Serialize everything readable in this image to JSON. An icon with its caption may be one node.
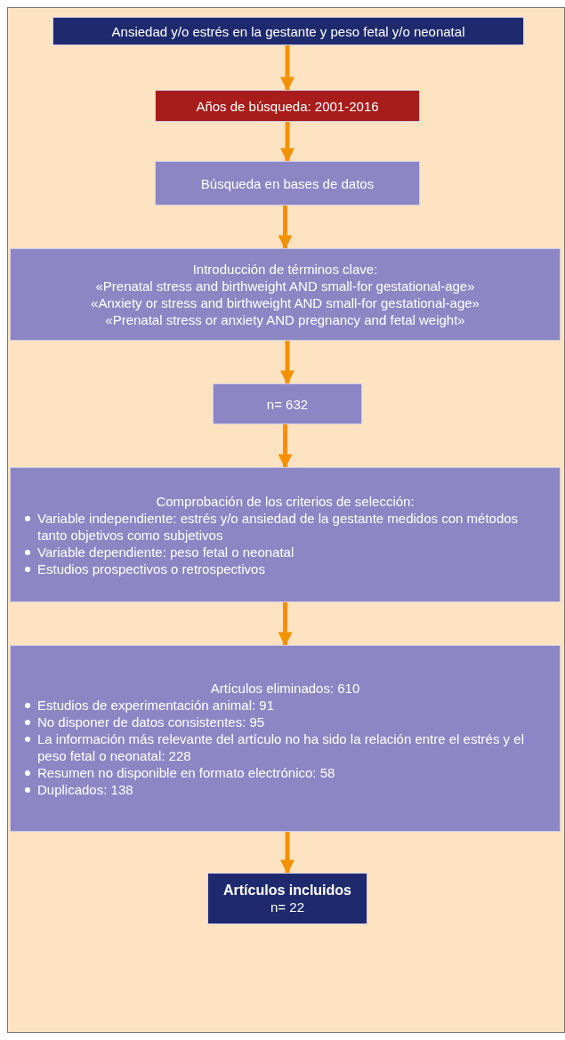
{
  "diagram": {
    "nodes": [
      {
        "text": [
          "Ansiedad y/o estrés en la gestante y peso fetal y/o neonatal"
        ]
      },
      {
        "text": [
          "Años de búsqueda: 2001-2016"
        ]
      },
      {
        "text": [
          "Búsqueda en bases de datos"
        ]
      },
      {
        "text": [
          "Introducción de términos clave:",
          "«Prenatal stress and birthweight AND small-for gestational-age»",
          "«Anxiety or stress and birthweight AND small-for gestational-age»",
          "«Prenatal stress or anxiety AND pregnancy and fetal weight»"
        ]
      },
      {
        "text": [
          "n= 632"
        ]
      },
      {
        "text": [
          "Comprobación de los criterios de selección:",
          "Variable independiente: estrés y/o ansiedad de la gestante medidos con métodos tanto objetivos como subjetivos",
          "Variable dependiente: peso fetal o neonatal",
          "Estudios prospectivos o retrospectivos"
        ]
      },
      {
        "text": [
          "Artículos eliminados: 610",
          "Estudios de experimentación animal: 91",
          "No disponer de datos consistentes: 95",
          "La información más relevante del artículo no ha sido la relación entre el estrés y el peso fetal o neonatal: 228",
          "Resumen no disponible en formato electrónico: 58",
          "Duplicados: 138"
        ]
      },
      {
        "text": [
          "Artículos incluidos",
          "n= 22"
        ]
      }
    ],
    "edges": [
      {
        "from": 0,
        "to": 1,
        "arrow": "to"
      },
      {
        "from": 1,
        "to": 2,
        "arrow": "to"
      },
      {
        "from": 2,
        "to": 3,
        "arrow": "to"
      },
      {
        "from": 3,
        "to": 4,
        "arrow": "to"
      },
      {
        "from": 4,
        "to": 5,
        "arrow": "to"
      },
      {
        "from": 5,
        "to": 6,
        "arrow": "to"
      },
      {
        "from": 6,
        "to": 7,
        "arrow": "to"
      }
    ]
  }
}
